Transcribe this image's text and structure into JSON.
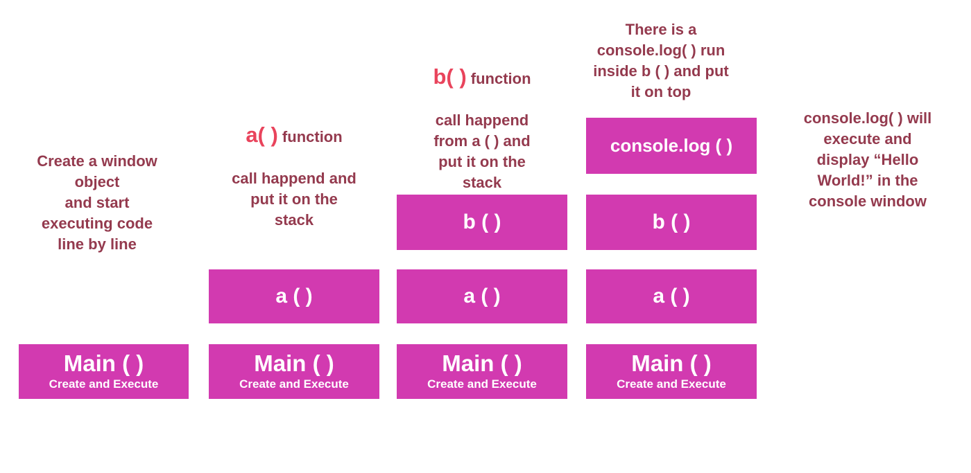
{
  "colors": {
    "box_fill": "#d23ab0",
    "box_text": "#ffffff",
    "annotation_text": "#943a4e",
    "function_highlight": "#e9445c",
    "background": "#ffffff"
  },
  "annotations": {
    "step1": {
      "text": "Create a window\nobject\nand start\nexecuting code\nline by line"
    },
    "step2": {
      "highlight": "a( )",
      "lead_rest": " function",
      "rest": "call happend and\nput it on the\nstack"
    },
    "step3": {
      "highlight": "b( )",
      "lead_rest": " function",
      "rest": "call happend\nfrom a ( ) and\nput it on the\nstack"
    },
    "step4": {
      "text": "There is a\nconsole.log( ) run\ninside b ( ) and put\nit on top"
    },
    "step5": {
      "text": "console.log( ) will\nexecute  and\ndisplay “Hello\nWorld!” in the\nconsole window"
    }
  },
  "stacks": [
    {
      "frames": [
        {
          "label": "Main ( )",
          "sublabel": "Create and Execute"
        }
      ]
    },
    {
      "frames": [
        {
          "label": "a ( )"
        },
        {
          "label": "Main ( )",
          "sublabel": "Create and Execute"
        }
      ]
    },
    {
      "frames": [
        {
          "label": "b ( )"
        },
        {
          "label": "a ( )"
        },
        {
          "label": "Main ( )",
          "sublabel": "Create and Execute"
        }
      ]
    },
    {
      "frames": [
        {
          "label": "console.log ( )"
        },
        {
          "label": "b ( )"
        },
        {
          "label": "a ( )"
        },
        {
          "label": "Main ( )",
          "sublabel": "Create and Execute"
        }
      ]
    }
  ]
}
